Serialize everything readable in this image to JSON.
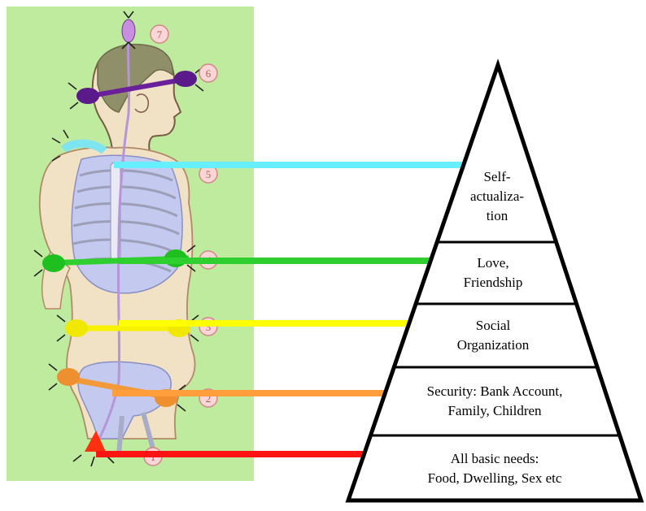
{
  "colors": {
    "panel_background": "#bfeb9f",
    "spine": "#b894d8",
    "number_circle_fill": "#fbd6d6",
    "number_circle_stroke": "#d38787",
    "number_text": "#b35d5d"
  },
  "chakra_numbers": [
    "7",
    "6",
    "5",
    "4",
    "3",
    "2",
    "1"
  ],
  "pyramid": {
    "tiers": [
      {
        "lines": [
          "Self-",
          "actualiza-",
          "tion"
        ]
      },
      {
        "lines": [
          "Love,",
          "Friendship"
        ]
      },
      {
        "lines": [
          "Social",
          "Organization"
        ]
      },
      {
        "lines": [
          "Security: Bank Account,",
          "Family, Children"
        ]
      },
      {
        "lines": [
          "All basic needs:",
          "Food, Dwelling, Sex etc"
        ]
      }
    ]
  },
  "connectors": [
    {
      "tier": 0,
      "color": "#66efff"
    },
    {
      "tier": 1,
      "color": "#2fcf2f"
    },
    {
      "tier": 2,
      "color": "#ffff00"
    },
    {
      "tier": 3,
      "color": "#ff9e3a"
    },
    {
      "tier": 4,
      "color": "#ff1414"
    }
  ]
}
